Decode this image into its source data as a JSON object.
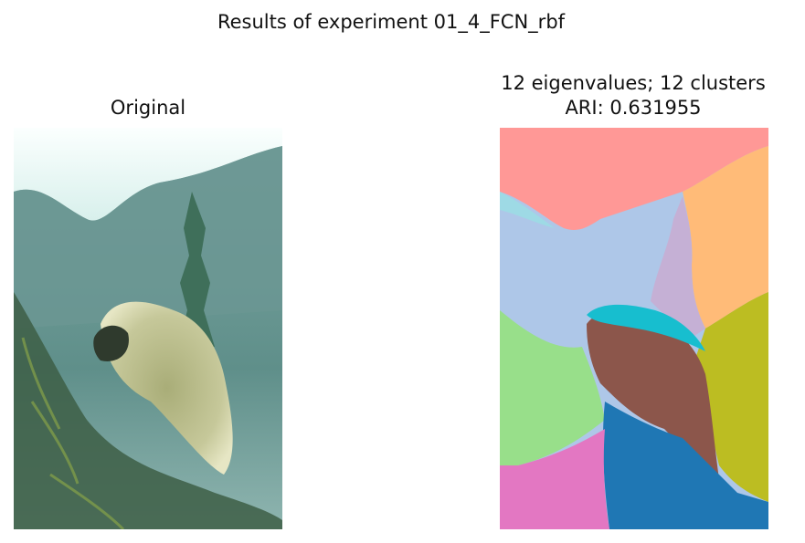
{
  "figure": {
    "suptitle": "Results of experiment 01_4_FCN_rbf"
  },
  "panels": [
    {
      "title": "Original",
      "image": "porcupine-on-conifer-branch-photo"
    },
    {
      "title_line1": "12 eigenvalues; 12 clusters",
      "title_line2": "ARI: 0.631955",
      "image": "segmentation-map-12-clusters"
    }
  ],
  "colors": {
    "sky": "#f2fbf8",
    "mountain": "#6e9c98",
    "porcupine": "#b7b98a",
    "cluster_salmon": "#ff9896",
    "cluster_lightblue": "#aec7e8",
    "cluster_orange": "#ffbb78",
    "cluster_lavender": "#c5b0d5",
    "cluster_olive": "#bcbd22",
    "cluster_brown": "#8c564b",
    "cluster_cyan": "#17becf",
    "cluster_green": "#98df8a",
    "cluster_blue": "#1f77b4",
    "cluster_pink": "#e377c2"
  }
}
